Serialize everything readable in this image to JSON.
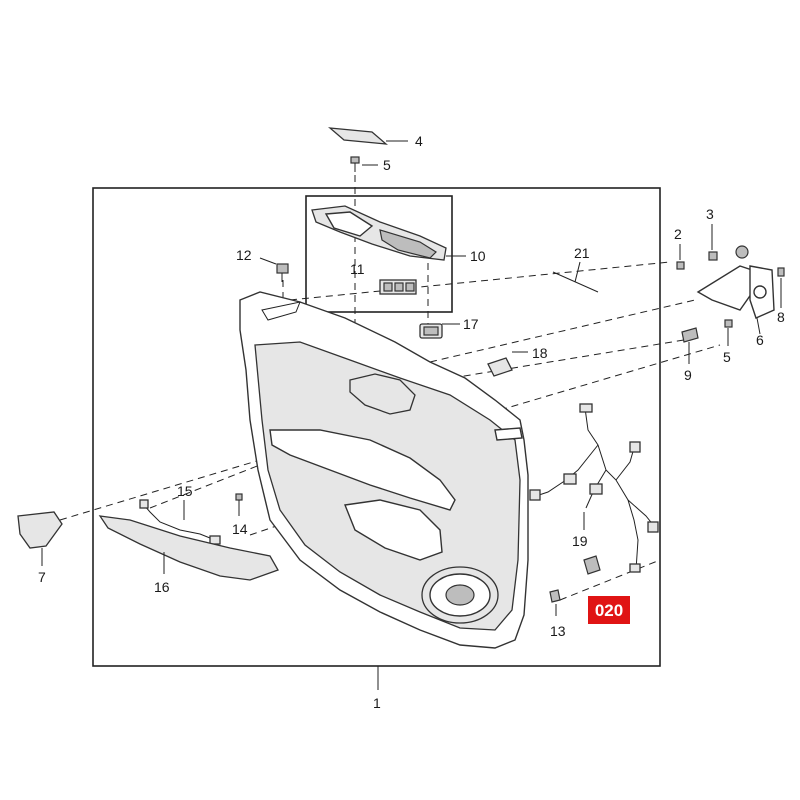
{
  "callouts": {
    "c1": "1",
    "c2": "2",
    "c3": "3",
    "c4": "4",
    "c5a": "5",
    "c5b": "5",
    "c6": "6",
    "c7": "7",
    "c8": "8",
    "c9": "9",
    "c10": "10",
    "c11": "11",
    "c12": "12",
    "c13": "13",
    "c14": "14",
    "c15": "15",
    "c16": "16",
    "c17": "17",
    "c18": "18",
    "c19": "19",
    "c21": "21"
  },
  "highlight": {
    "label": "020",
    "color": "#e01414"
  }
}
